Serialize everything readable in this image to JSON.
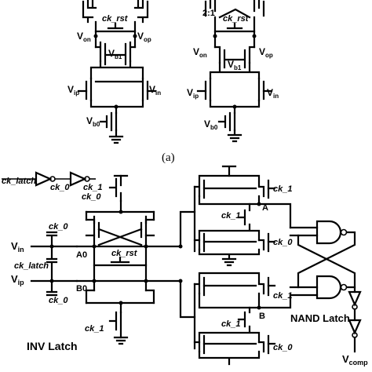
{
  "figure": {
    "panel_a": {
      "caption": "(a)",
      "left_circuit": {
        "ck_rst": "ck_rst",
        "von": "V",
        "von_sub": "on",
        "vop": "V",
        "vop_sub": "op",
        "vb1": "V",
        "vb1_sub": "b1",
        "vip": "V",
        "vip_sub": "ip",
        "vin": "V",
        "vin_sub": "in",
        "vb0": "V",
        "vb0_sub": "b0"
      },
      "right_circuit": {
        "ratio": "2:1",
        "ck_rst": "ck_rst",
        "von": "V",
        "von_sub": "on",
        "vop": "V",
        "vop_sub": "op",
        "vb1": "V",
        "vb1_sub": "b1",
        "vip": "V",
        "vip_sub": "ip",
        "vin": "V",
        "vin_sub": "in",
        "vb0": "V",
        "vb0_sub": "b0"
      }
    },
    "panel_b": {
      "ck_latch": "ck_latch",
      "ck_0": "ck_0",
      "ck_1": "ck_1",
      "ck_rst": "ck_rst",
      "vin": "V",
      "vin_sub": "in",
      "vip": "V",
      "vip_sub": "ip",
      "node_a0": "A0",
      "node_b0": "B0",
      "node_a": "A",
      "node_b": "B",
      "inv_latch": "INV Latch",
      "nand_latch": "NAND Latch",
      "vcomp": "V",
      "vcomp_sub": "comp"
    }
  }
}
